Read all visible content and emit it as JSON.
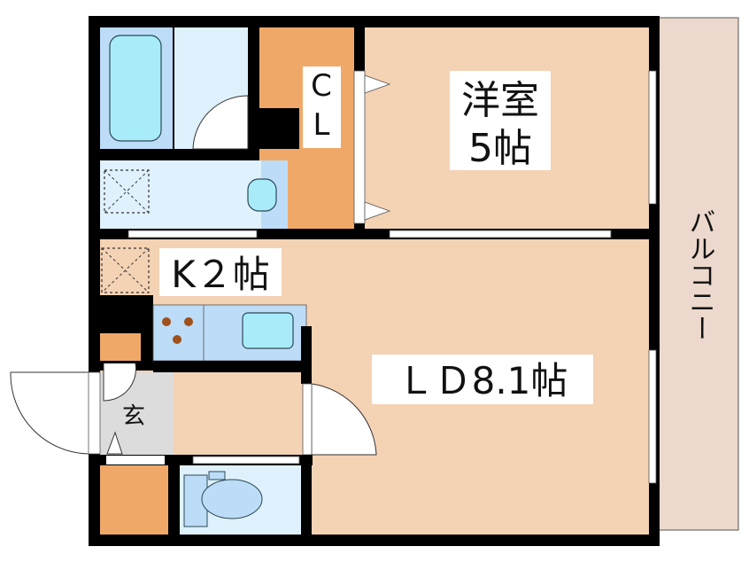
{
  "rooms": {
    "western": {
      "name": "洋室",
      "size": "5帖"
    },
    "closet": {
      "line1": "C",
      "line2": "L"
    },
    "kitchen": {
      "label": "K２帖"
    },
    "living": {
      "label": "ＬＤ8.1帖"
    },
    "entrance": {
      "label": "玄"
    },
    "balcony": {
      "label": "バルコニー"
    }
  },
  "colors": {
    "room": "#f4d2b4",
    "storage": "#f0a868",
    "wet": "#dff1fc",
    "fixture": "#a8ecfa",
    "fixture_frame": "#bcdcf8",
    "entrance": "#dcdcdc",
    "balcony": "#ecd8cc",
    "wall": "#000000"
  }
}
